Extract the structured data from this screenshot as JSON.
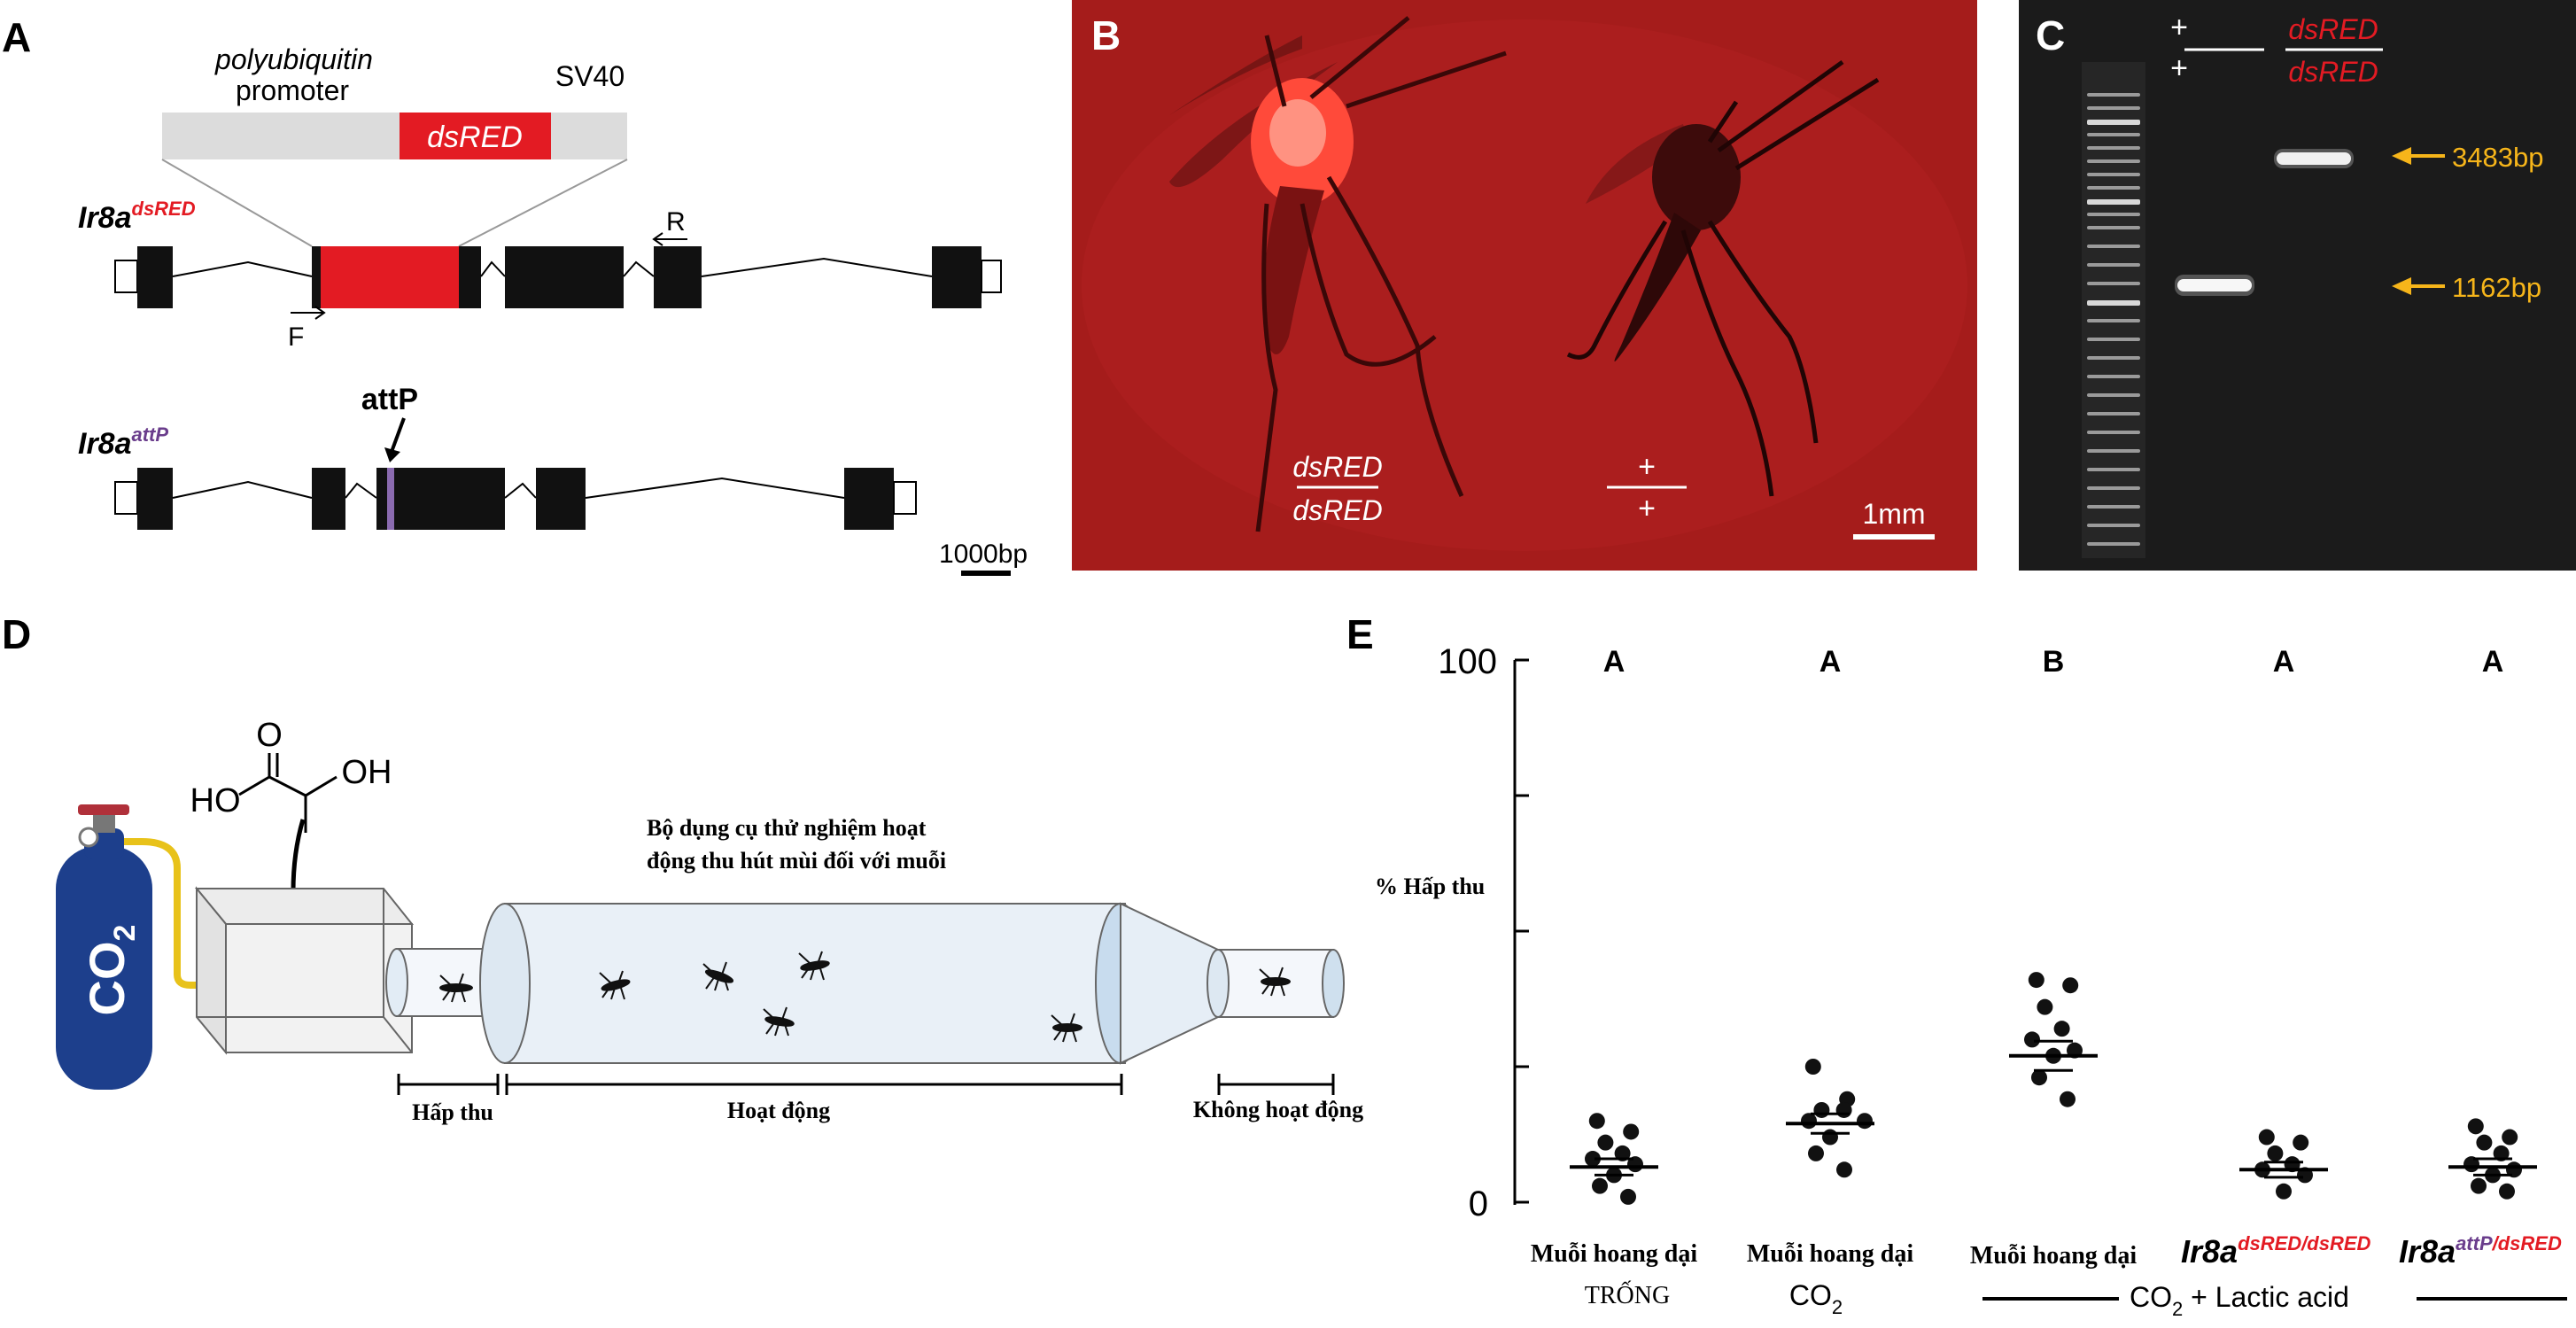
{
  "panels": {
    "a": {
      "letter": "A",
      "promoter_line1": "polyubiquitin",
      "promoter_line2": "promoter",
      "sv40": "SV40",
      "dsred_box": "dsRED",
      "allele1_base": "Ir8a",
      "allele1_sup": "dsRED",
      "primer_f": "F",
      "primer_r": "R",
      "allele2_base": "Ir8a",
      "allele2_sup": "attP",
      "attp_label": "attP",
      "scale_label": "1000bp"
    },
    "b": {
      "letter": "B",
      "left_genotype_num": "dsRED",
      "left_genotype_den": "dsRED",
      "right_genotype_num": "+",
      "right_genotype_den": "+",
      "scale_label": "1mm"
    },
    "c": {
      "letter": "C",
      "lane1_num": "+",
      "lane1_den": "+",
      "lane2_num": "dsRED",
      "lane2_den": "dsRED",
      "band_upper": "3483bp",
      "band_lower": "1162bp"
    },
    "d": {
      "letter": "D",
      "cylinder_label": "CO",
      "cylinder_sub": "2",
      "acid_o": "O",
      "acid_ho": "HO",
      "acid_oh": "OH",
      "title_line1": "Bộ dụng cụ thử nghiệm hoạt",
      "title_line2": "động thu hút mùi đối với muỗi",
      "zone_capture": "Hấp thu",
      "zone_active": "Hoạt động",
      "zone_inactive": "Không hoạt động"
    },
    "e": {
      "letter": "E",
      "ylabel": "% Hấp thu",
      "y_top_label": "100",
      "y_bottom_label": "0",
      "group1_line1": "Muỗi hoang dại",
      "group1_line2": "TRỐNG",
      "group2_line1": "Muỗi hoang dại",
      "group2_co": "CO",
      "group2_sub": "2",
      "group3_line1": "Muỗi hoang dại",
      "group4_base": "Ir8a",
      "group4_sup": "dsRED/dsRED",
      "group5_base": "Ir8a",
      "group5_sup_attp": "attP",
      "group5_sup_rest": "/dsRED",
      "bracket_co": "CO",
      "bracket_sub": "2",
      "bracket_rest": " + Lactic acid"
    }
  },
  "chart_data": {
    "type": "scatter",
    "title": "",
    "ylabel": "% Hấp thu",
    "xlabel": "",
    "ylim": [
      0,
      100
    ],
    "y_ticks": [
      0,
      25,
      50,
      75,
      100
    ],
    "categories": [
      "Muỗi hoang dại (TRỐNG)",
      "Muỗi hoang dại (CO2)",
      "Muỗi hoang dại (CO2 + Lactic acid)",
      "Ir8a dsRED/dsRED (CO2 + Lactic acid)",
      "Ir8a attP/dsRED (CO2 + Lactic acid)"
    ],
    "significance_letters": [
      "A",
      "A",
      "B",
      "A",
      "A"
    ],
    "series": [
      {
        "name": "Muỗi hoang dại TRỐNG",
        "values": [
          15,
          13,
          11,
          9,
          8,
          7,
          5,
          3,
          1
        ],
        "mean": 6.5,
        "sem": 1.5
      },
      {
        "name": "Muỗi hoang dại CO2",
        "values": [
          25,
          19,
          17,
          17,
          15,
          15,
          12,
          9,
          6
        ],
        "mean": 14.5,
        "sem": 1.8
      },
      {
        "name": "Muỗi hoang dại CO2 + Lactic acid",
        "values": [
          41,
          40,
          36,
          32,
          30,
          28,
          27,
          23,
          19
        ],
        "mean": 27,
        "sem": 2.7
      },
      {
        "name": "Ir8a dsRED/dsRED",
        "values": [
          12,
          11,
          9,
          7,
          6,
          5,
          2
        ],
        "mean": 6,
        "sem": 1.4
      },
      {
        "name": "Ir8a attP/dsRED",
        "values": [
          14,
          12,
          11,
          9,
          7,
          6,
          5,
          3,
          2
        ],
        "mean": 6.5,
        "sem": 1.5
      }
    ]
  },
  "colors": {
    "dsred": "#e31b23",
    "attp": "#7a4f9a",
    "arrow": "#f6b51a",
    "cylinder": "#1d3f8c",
    "gel_bg": "#1b1b1b",
    "photo_bg": "#a51c1b"
  }
}
